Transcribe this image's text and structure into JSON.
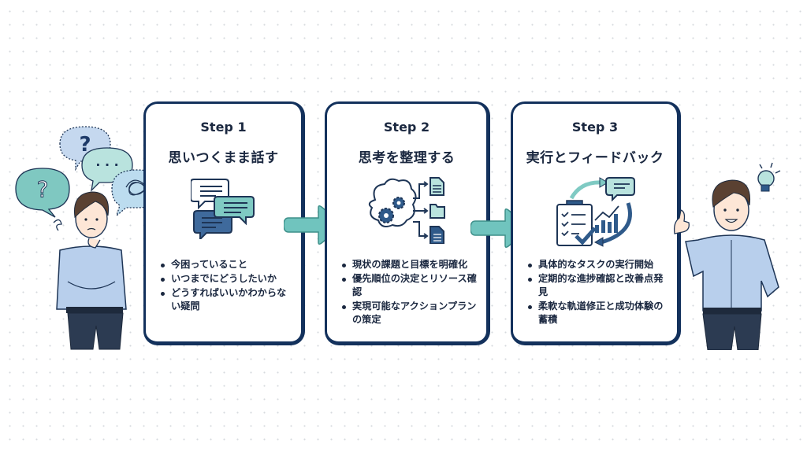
{
  "steps": [
    {
      "label": "Step 1",
      "title": "思いつくまま話す",
      "icon": "chat-bubbles-icon",
      "bullets": [
        "今困っていること",
        "いつまでにどうしたいか",
        "どうすればいいかわからない疑問"
      ]
    },
    {
      "label": "Step 2",
      "title": "思考を整理する",
      "icon": "brain-gears-to-documents-icon",
      "bullets": [
        "現状の課題と目標を明確化",
        "優先順位の決定とリソース確認",
        "実現可能なアクションプランの策定"
      ]
    },
    {
      "label": "Step 3",
      "title": "実行とフィードバック",
      "icon": "clipboard-feedback-cycle-icon",
      "bullets": [
        "具体的なタスクの実行開始",
        "定期的な進捗確認と改善点発見",
        "柔軟な軌道修正と成功体験の蓄積"
      ]
    }
  ],
  "colors": {
    "card_border": "#13315c",
    "teal": "#6cc3bd",
    "navy": "#1b2840",
    "light_blue": "#c9dcf0"
  },
  "figures": {
    "left": "confused-man-with-thought-bubbles",
    "right": "smiling-man-thumbs-up-with-lightbulb"
  },
  "connectors": [
    "arrow-right",
    "arrow-right"
  ]
}
